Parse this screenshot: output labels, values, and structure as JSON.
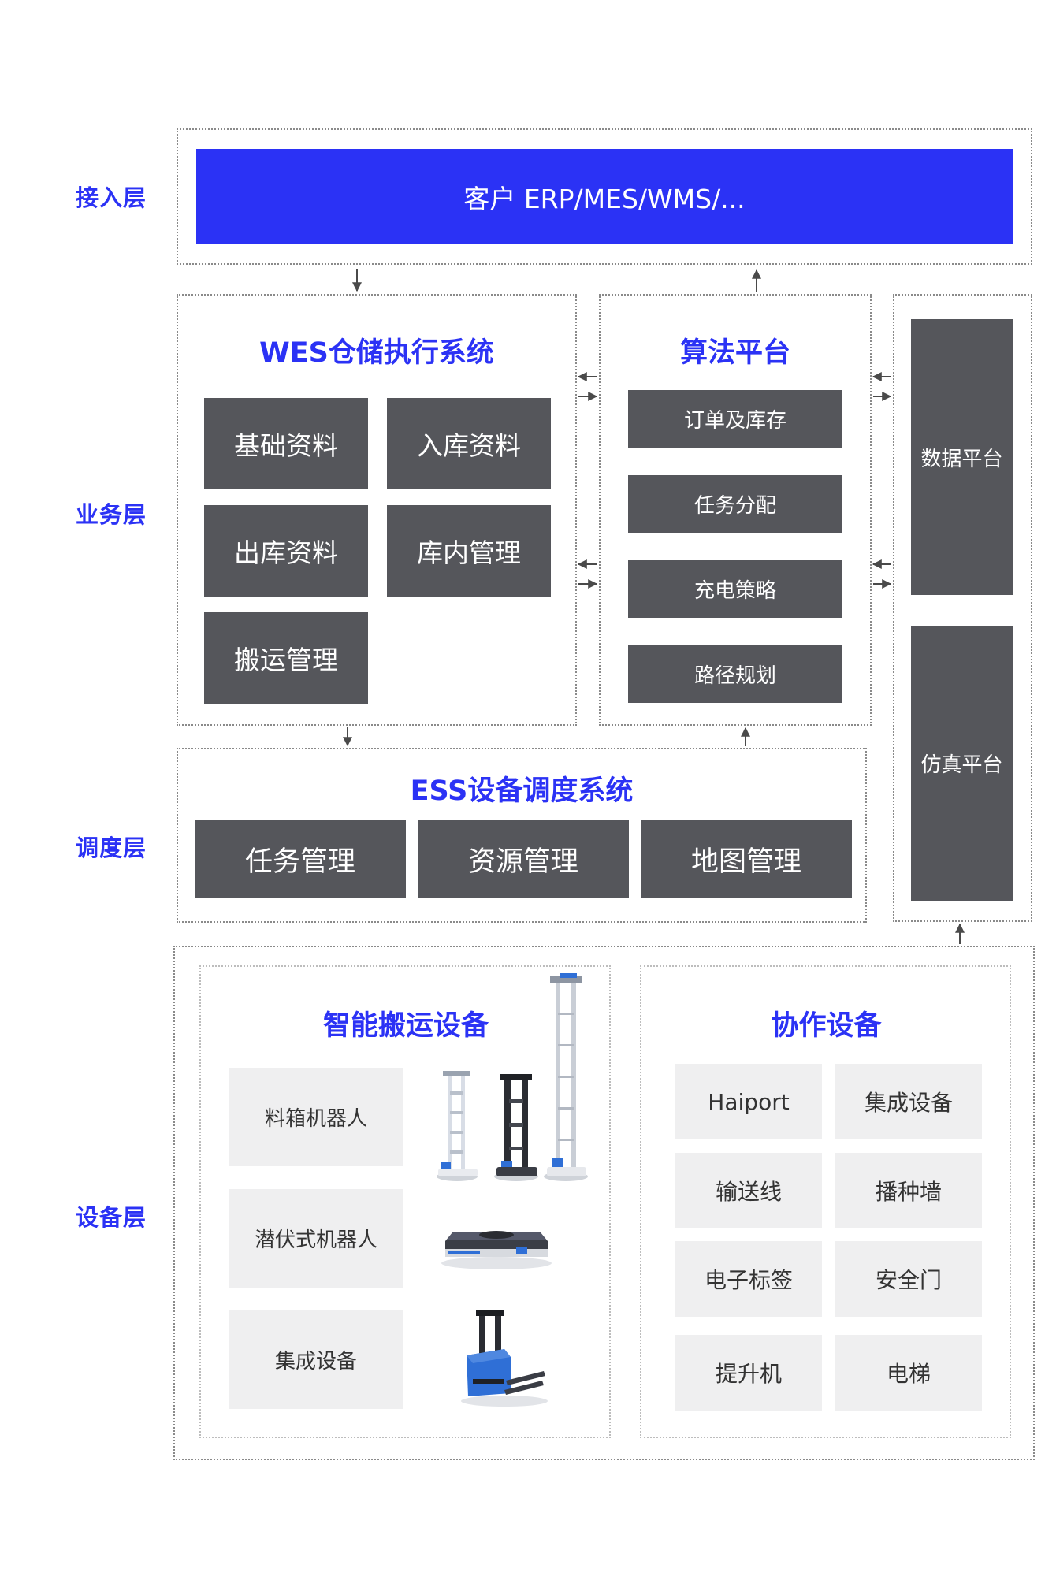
{
  "layers": {
    "access": "接入层",
    "business": "业务层",
    "dispatch": "调度层",
    "device": "设备层"
  },
  "access": {
    "client": "客户 ERP/MES/WMS/..."
  },
  "wes": {
    "title": "WES仓储执行系统",
    "items": [
      "基础资料",
      "入库资料",
      "出库资料",
      "库内管理",
      "搬运管理"
    ]
  },
  "algo": {
    "title": "算法平台",
    "items": [
      "订单及库存",
      "任务分配",
      "充电策略",
      "路径规划"
    ]
  },
  "platforms": {
    "data": "数据平台",
    "sim": "仿真平台"
  },
  "ess": {
    "title": "ESS设备调度系统",
    "items": [
      "任务管理",
      "资源管理",
      "地图管理"
    ]
  },
  "smart": {
    "title": "智能搬运设备",
    "items": [
      "料箱机器人",
      "潜伏式机器人",
      "集成设备"
    ]
  },
  "coop": {
    "title": "协作设备",
    "items": [
      "Haiport",
      "集成设备",
      "输送线",
      "播种墙",
      "电子标签",
      "安全门",
      "提升机",
      "电梯"
    ]
  },
  "colors": {
    "accent": "#2b32f5",
    "dark_box": "#55565b",
    "light_box": "#efeff0",
    "robot_blue": "#2f6fd6"
  }
}
